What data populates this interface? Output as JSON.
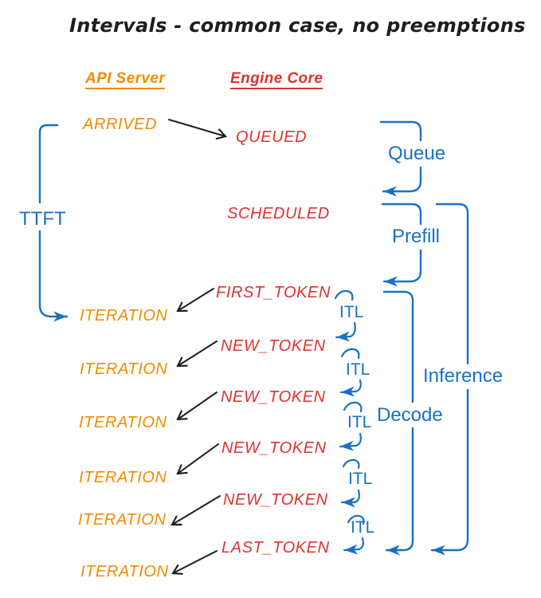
{
  "title": "Intervals - common case, no preemptions",
  "headers": {
    "api_server": "API Server",
    "engine_core": "Engine Core"
  },
  "api_events": {
    "arrived": "ARRIVED",
    "iteration": "ITERATION"
  },
  "engine_events": {
    "queued": "QUEUED",
    "scheduled": "SCHEDULED",
    "first_token": "FIRST_TOKEN",
    "new_token": "NEW_TOKEN",
    "last_token": "LAST_TOKEN"
  },
  "intervals": {
    "ttft": "TTFT",
    "queue": "Queue",
    "prefill": "Prefill",
    "itl": "ITL",
    "decode": "Decode",
    "inference": "Inference"
  },
  "counts": {
    "iteration_rows": 6,
    "new_token_rows": 4,
    "itl_marks": 5
  },
  "colors": {
    "api_server_orange": "#f08c00",
    "engine_core_red": "#e03131",
    "interval_blue": "#1971c2",
    "arrow_black": "#1e1e1e",
    "background": "#ffffff"
  }
}
